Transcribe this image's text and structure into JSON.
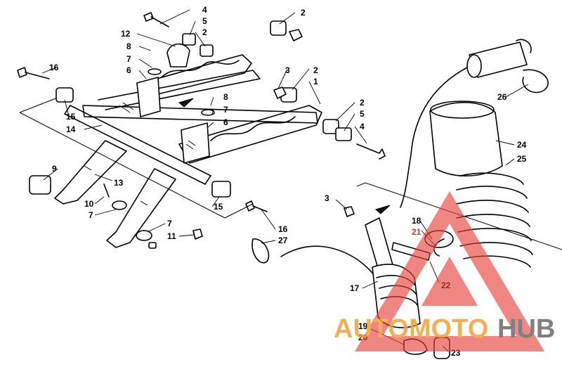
{
  "callouts": {
    "c4a": "4",
    "c5a": "5",
    "c2a": "2",
    "c12": "12",
    "c8a": "8",
    "c7a": "7",
    "c6a": "6",
    "c16a": "16",
    "c15a": "15",
    "c14": "14",
    "c2b": "2",
    "c3a": "3",
    "c2c": "2",
    "c1": "1",
    "c8b": "8",
    "c7b": "7",
    "c6b": "6",
    "c2d": "2",
    "c5b": "5",
    "c4b": "4",
    "c9": "9",
    "c13": "13",
    "c10": "10",
    "c7c": "7",
    "c15b": "15",
    "c7d": "7",
    "c11": "11",
    "c16b": "16",
    "c27": "27",
    "c3b": "3",
    "c18": "18",
    "c21": "21",
    "c22": "22",
    "c17": "17",
    "c19": "19",
    "c20": "20",
    "c23": "23",
    "c26": "26",
    "c24": "24",
    "c25": "25"
  },
  "watermark": {
    "text_orange": "AUTOMOTO",
    "text_gray": "HUB",
    "color_triangle": "#e8413c",
    "color_orange": "#f0a23a",
    "color_gray": "#6b6b6b"
  }
}
